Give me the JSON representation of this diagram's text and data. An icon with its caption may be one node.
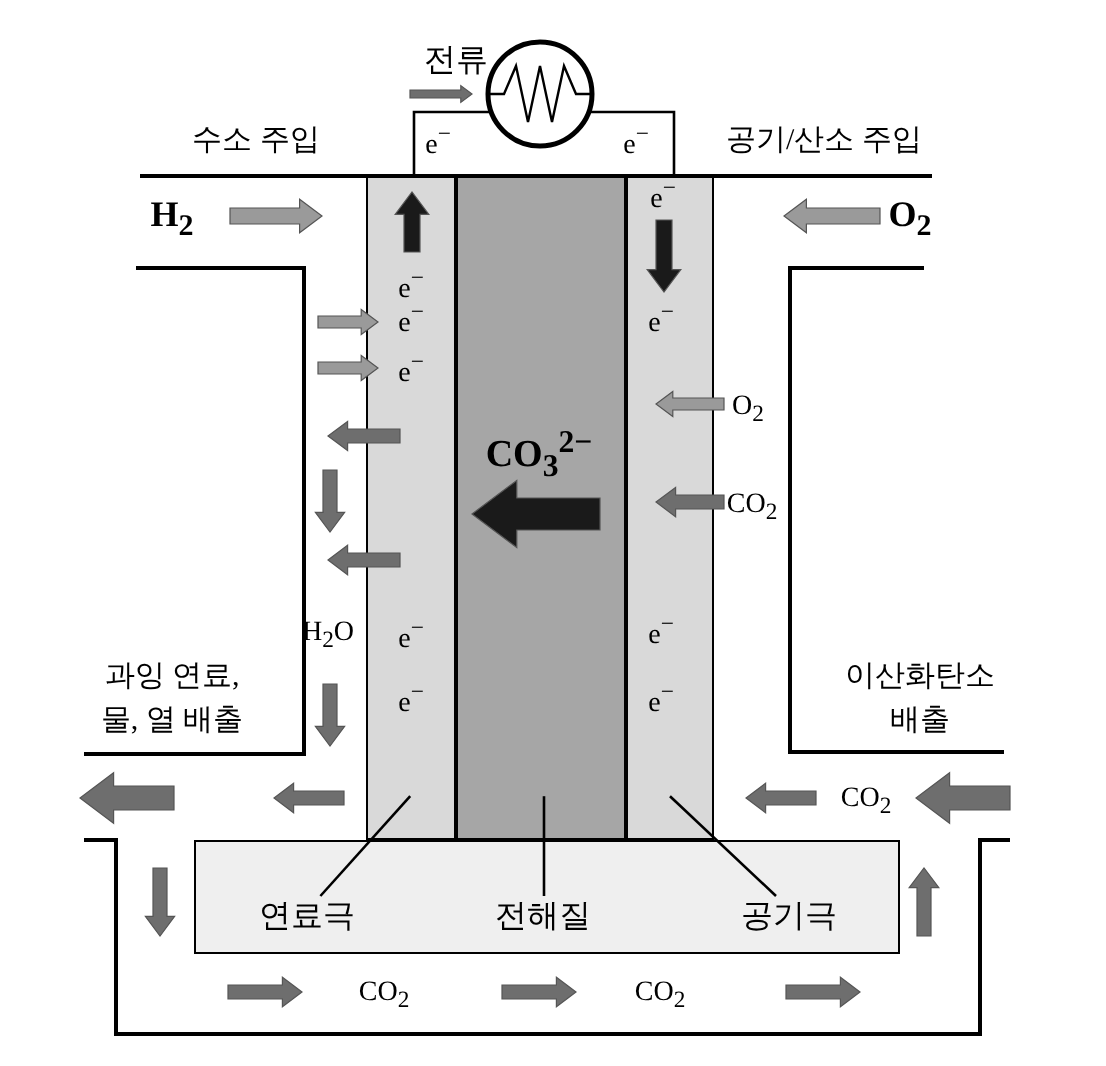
{
  "diagram": {
    "nodes": [
      {
        "text": [
          "e$^{−}$",
          "e$^{−}$",
          "e$^{−}$",
          "e$^{−}$",
          "e$^{−}$"
        ]
      },
      {
        "text": [
          "CO$_{3}$$^{2−}$"
        ]
      },
      {
        "text": [
          "e$^{−}$",
          "e$^{−}$",
          "e$^{−}$",
          "e$^{−}$"
        ]
      },
      {
        "text": [],
        "shape": "box"
      },
      {
        "text": [
          "연료극"
        ],
        "in": 3
      },
      {
        "text": [
          "전해질"
        ],
        "in": 3
      },
      {
        "text": [
          "공기극"
        ],
        "in": 3
      },
      {
        "text": [],
        "shape": "circle"
      }
    ],
    "edges": [
      {
        "from": 4,
        "to": 0,
        "arrow": "none"
      },
      {
        "from": 5,
        "to": 1,
        "arrow": "none"
      },
      {
        "from": 6,
        "to": 2,
        "arrow": "none"
      },
      {
        "from": 0,
        "to": 7,
        "arrow": "none"
      },
      {
        "from": 7,
        "to": 2,
        "arrow": "none"
      }
    ],
    "labels": [
      "전류",
      "수소 주입",
      "e$^{−}$",
      "e$^{−}$",
      "공기/산소 주입",
      "H$_{2}$",
      "O$_{2}$",
      "O$_{2}$",
      "CO$_{2}$",
      "H$_{2}$O",
      "과잉 연료, 물, 열 배출",
      "이산화탄소 배출",
      "CO$_{2}$",
      "CO$_{2}$",
      "CO$_{2}$"
    ]
  }
}
